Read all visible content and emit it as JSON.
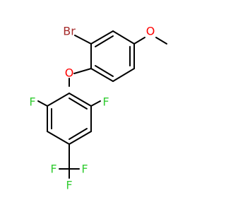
{
  "molecule": {
    "colors": {
      "bond": "#000000",
      "bromine": "#a52a2a",
      "oxygen": "#ff0000",
      "fluorine": "#33cc33"
    },
    "atoms": {
      "br": "Br",
      "o_methoxy": "O",
      "o_ether": "O",
      "f_left": "F",
      "f_right": "F",
      "f_cf3_left": "F",
      "f_cf3_right": "F",
      "f_cf3_bottom": "F"
    }
  }
}
